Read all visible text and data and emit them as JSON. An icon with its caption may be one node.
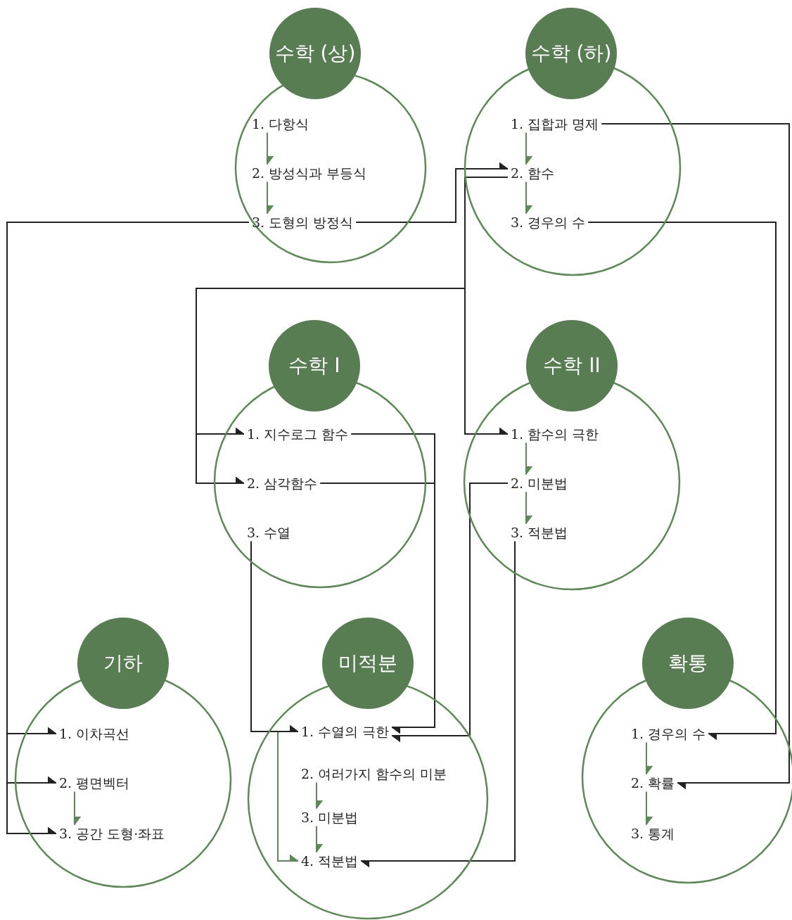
{
  "diagram": {
    "nodes": [
      {
        "text": [
          "수학 (상)"
        ]
      },
      {
        "text": [
          "1. 다항식"
        ],
        "in": 0
      },
      {
        "text": [
          "2. 방성식과 부등식"
        ],
        "in": 0
      },
      {
        "text": [
          "3. 도형의 방정식"
        ],
        "in": 0
      },
      {
        "text": [
          "수학 (하)"
        ]
      },
      {
        "text": [
          "1. 집합과 명제"
        ],
        "in": 4
      },
      {
        "text": [
          "2. 함수"
        ],
        "in": 4
      },
      {
        "text": [
          "3. 경우의 수"
        ],
        "in": 4
      },
      {
        "text": [
          "수학 I"
        ]
      },
      {
        "text": [
          "1. 지수로그 함수"
        ],
        "in": 8
      },
      {
        "text": [
          "2. 삼각함수"
        ],
        "in": 8
      },
      {
        "text": [
          "3. 수열"
        ],
        "in": 8
      },
      {
        "text": [
          "수학 II"
        ]
      },
      {
        "text": [
          "1. 함수의 극한"
        ],
        "in": 12
      },
      {
        "text": [
          "2. 미분법"
        ],
        "in": 12
      },
      {
        "text": [
          "3. 적분법"
        ],
        "in": 12
      },
      {
        "text": [
          "기하"
        ]
      },
      {
        "text": [
          "1. 이차곡선"
        ],
        "in": 16
      },
      {
        "text": [
          "2. 평면벡터"
        ],
        "in": 16
      },
      {
        "text": [
          "3. 공간 도형·좌표"
        ],
        "in": 16
      },
      {
        "text": [
          "미적분"
        ]
      },
      {
        "text": [
          "1. 수열의 극한"
        ],
        "in": 20
      },
      {
        "text": [
          "2. 여러가지 함수의 미분"
        ],
        "in": 20
      },
      {
        "text": [
          "3. 미분법"
        ],
        "in": 20
      },
      {
        "text": [
          "4. 적분법"
        ],
        "in": 20
      },
      {
        "text": [
          "확통"
        ]
      },
      {
        "text": [
          "1. 경우의 수"
        ],
        "in": 25
      },
      {
        "text": [
          "2. 확률"
        ],
        "in": 25
      },
      {
        "text": [
          "3. 통계"
        ],
        "in": 25
      }
    ],
    "edges": [
      {
        "from": 1,
        "to": 2,
        "arrow": "to",
        "color": "#5b8a55"
      },
      {
        "from": 2,
        "to": 3,
        "arrow": "to",
        "color": "#5b8a55"
      },
      {
        "from": 5,
        "to": 6,
        "arrow": "to",
        "color": "#5b8a55"
      },
      {
        "from": 6,
        "to": 7,
        "arrow": "to",
        "color": "#5b8a55"
      },
      {
        "from": 13,
        "to": 14,
        "arrow": "to",
        "color": "#5b8a55"
      },
      {
        "from": 14,
        "to": 15,
        "arrow": "to",
        "color": "#5b8a55"
      },
      {
        "from": 18,
        "to": 19,
        "arrow": "to",
        "color": "#5b8a55"
      },
      {
        "from": 22,
        "to": 23,
        "arrow": "to",
        "color": "#5b8a55"
      },
      {
        "from": 23,
        "to": 24,
        "arrow": "to",
        "color": "#5b8a55"
      },
      {
        "from": 21,
        "to": 24,
        "arrow": "to",
        "color": "#5b8a55"
      },
      {
        "from": 26,
        "to": 27,
        "arrow": "to",
        "color": "#5b8a55"
      },
      {
        "from": 27,
        "to": 28,
        "arrow": "to",
        "color": "#5b8a55"
      },
      {
        "from": 3,
        "to": 6,
        "arrow": "to"
      },
      {
        "from": 6,
        "to": 9,
        "arrow": "to"
      },
      {
        "from": 6,
        "to": 10,
        "arrow": "to"
      },
      {
        "from": 6,
        "to": 13,
        "arrow": "to"
      },
      {
        "from": 3,
        "to": 17,
        "arrow": "to"
      },
      {
        "from": 3,
        "to": 18,
        "arrow": "to"
      },
      {
        "from": 3,
        "to": 19,
        "arrow": "to"
      },
      {
        "from": 5,
        "to": 27,
        "arrow": "to"
      },
      {
        "from": 7,
        "to": 26,
        "arrow": "to"
      },
      {
        "from": 9,
        "to": 21,
        "arrow": "to"
      },
      {
        "from": 10,
        "to": 21,
        "arrow": "to"
      },
      {
        "from": 11,
        "to": 21,
        "arrow": "to"
      },
      {
        "from": 14,
        "to": 21,
        "arrow": "to"
      },
      {
        "from": 15,
        "to": 24,
        "arrow": "to"
      }
    ]
  }
}
